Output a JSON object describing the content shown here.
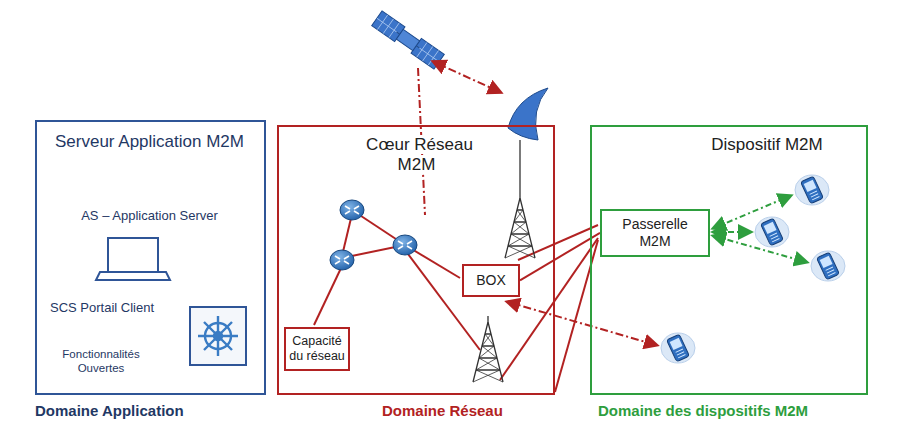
{
  "diagram": {
    "nodes": [
      {
        "text": [
          "Serveur Application M2M",
          "AS – Application Server",
          "SCS Portail Client",
          "Fonctionnalités Ouvertes"
        ]
      },
      {
        "text": [
          "Cœur Réseau M2M"
        ]
      },
      {
        "text": [
          "BOX"
        ],
        "in": 1
      },
      {
        "text": [
          "Capacité du réseau"
        ],
        "in": 1
      },
      {
        "text": [
          "Dispositif M2M"
        ]
      },
      {
        "text": [
          "Passerelle M2M"
        ],
        "in": 4
      }
    ],
    "edges": [
      {
        "from": 2,
        "to": 5,
        "arrow": "none"
      }
    ],
    "labels": [
      "Domaine Application",
      "Domaine Réseau",
      "Domaine des dispositifs M2M"
    ]
  }
}
